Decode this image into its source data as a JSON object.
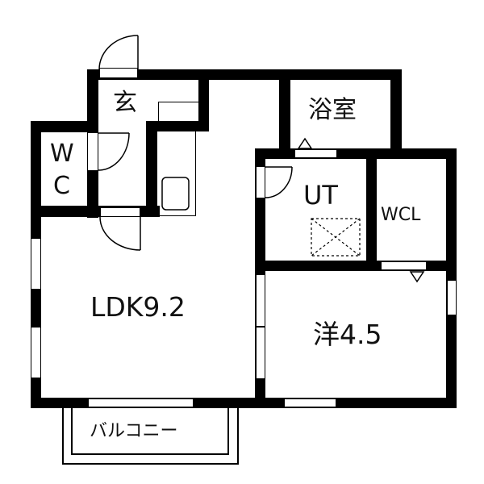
{
  "floorplan": {
    "rooms": {
      "genkan": {
        "label": "玄"
      },
      "wc": {
        "label_line1": "W",
        "label_line2": "C"
      },
      "bath": {
        "label": "浴室"
      },
      "ut": {
        "label": "UT"
      },
      "wcl": {
        "label": "WCL"
      },
      "ldk": {
        "label": "LDK9.2"
      },
      "western": {
        "label": "洋4.5"
      },
      "balcony": {
        "label": "バルコニー"
      }
    },
    "colors": {
      "wall": "#000000",
      "background": "#ffffff"
    }
  }
}
